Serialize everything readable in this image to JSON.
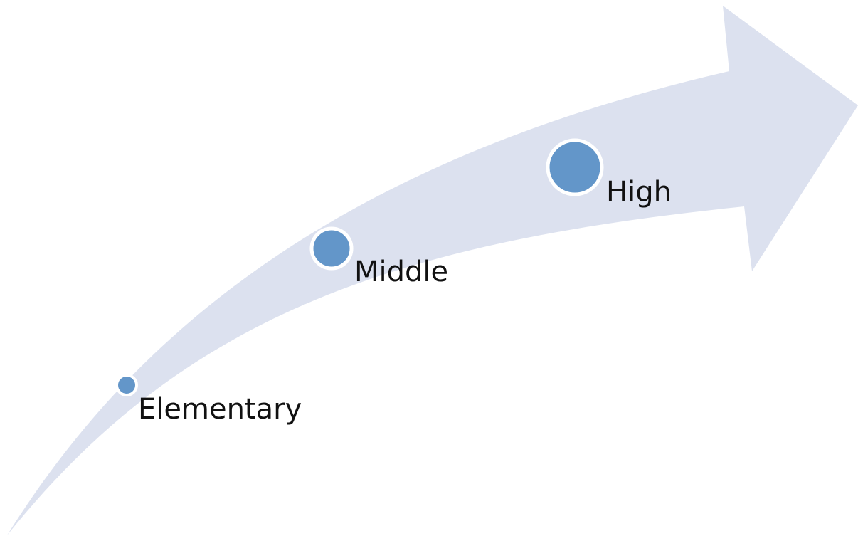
{
  "diagram": {
    "stages": [
      {
        "label": "Elementary"
      },
      {
        "label": "Middle"
      },
      {
        "label": "High"
      }
    ]
  },
  "colors": {
    "arrow_fill": "#DCE1EF",
    "marker_fill": "#6396C9",
    "marker_ring": "#FFFFFF",
    "text": "#111111"
  },
  "icons": {
    "arrow": "curved-growth-arrow-icon",
    "stage_marker": "circle-marker-icon"
  }
}
